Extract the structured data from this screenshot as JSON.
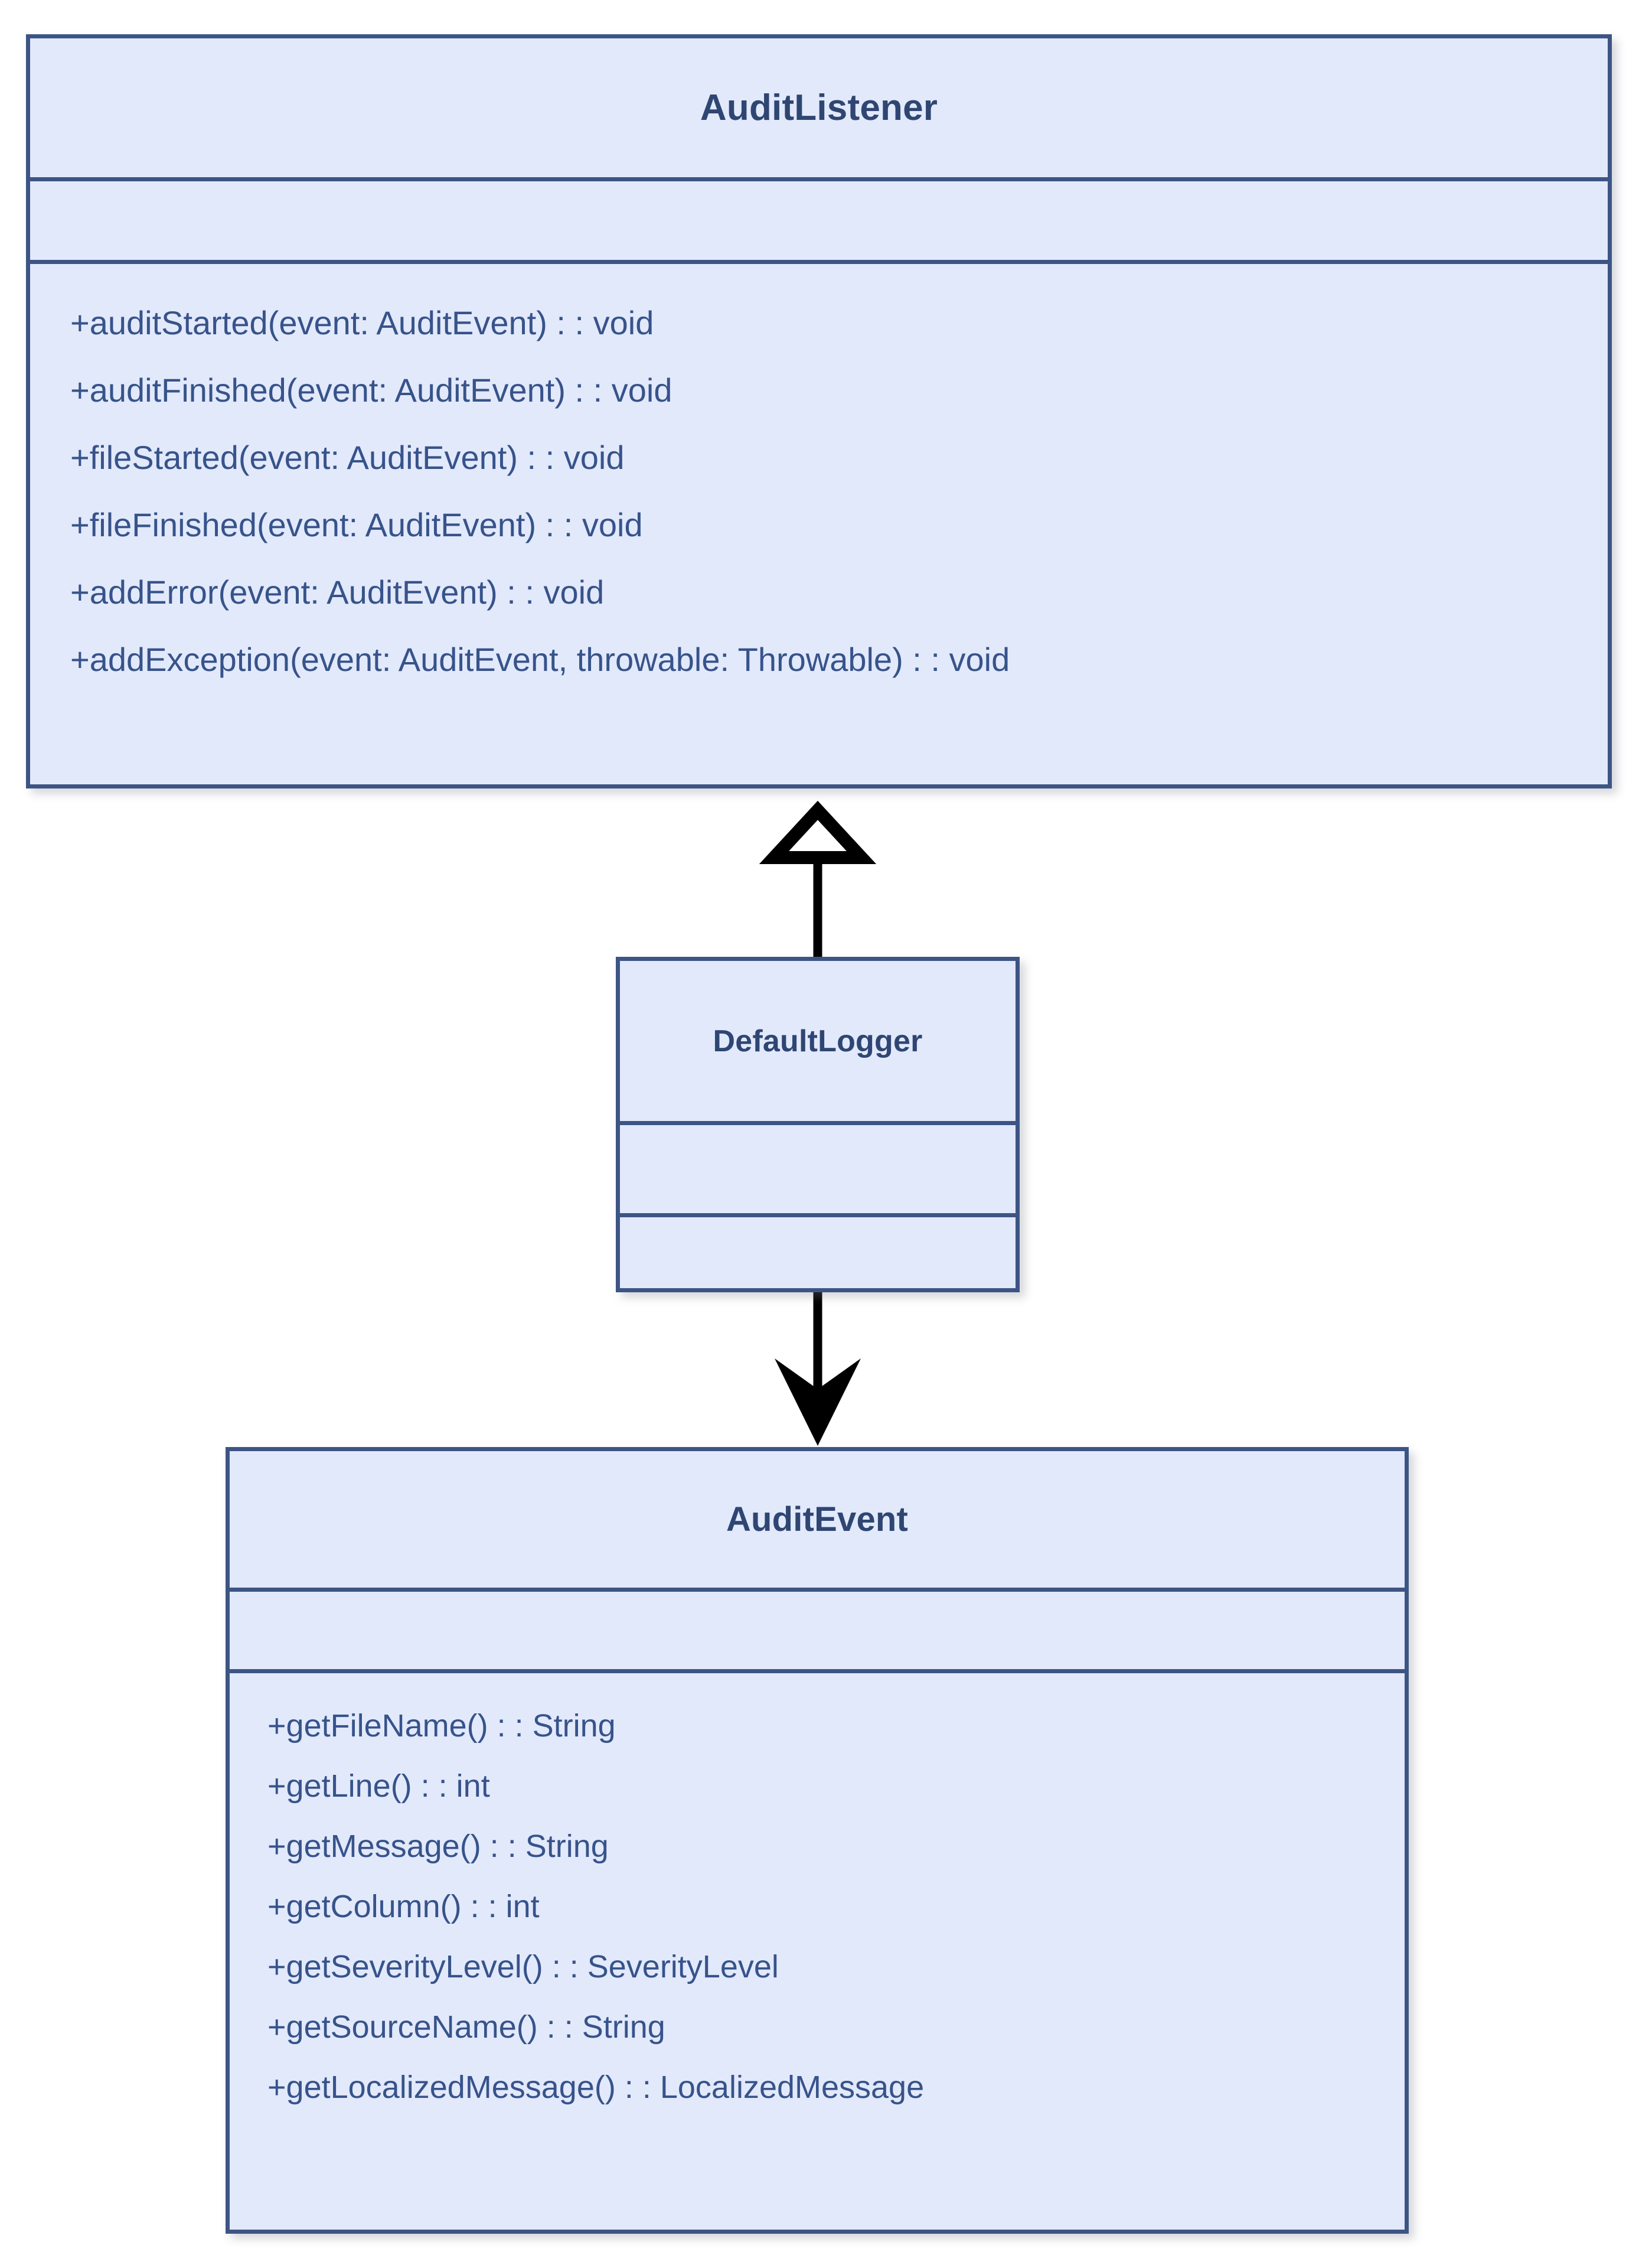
{
  "diagram": {
    "type": "uml-class-diagram",
    "background": "#ffffff",
    "palette": {
      "class_fill": "#e2e9fb",
      "class_border": "#3d5584",
      "title_text": "#2f4672",
      "member_text": "#37538a",
      "connector": "#000000"
    }
  },
  "classes": [
    {
      "id": "audit-listener",
      "name": "AuditListener",
      "attributes": [],
      "methods": [
        "+auditStarted(event: AuditEvent) : : void",
        "+auditFinished(event: AuditEvent) : : void",
        "+fileStarted(event: AuditEvent) : : void",
        "+fileFinished(event: AuditEvent) : : void",
        "+addError(event: AuditEvent) : : void",
        "+addException(event: AuditEvent, throwable: Throwable) : : void"
      ]
    },
    {
      "id": "default-logger",
      "name": "DefaultLogger",
      "attributes": [],
      "methods": []
    },
    {
      "id": "audit-event",
      "name": "AuditEvent",
      "attributes": [],
      "methods": [
        "+getFileName() : : String",
        "+getLine() : : int",
        "+getMessage() : : String",
        "+getColumn() : : int",
        "+getSeverityLevel() : : SeverityLevel",
        "+getSourceName() : : String",
        "+getLocalizedMessage() : : LocalizedMessage"
      ]
    }
  ],
  "relationships": [
    {
      "id": "generalization-default-logger-to-audit-listener",
      "from": "default-logger",
      "to": "audit-listener",
      "kind": "generalization",
      "arrowhead": "hollow-triangle",
      "direction": "up"
    },
    {
      "id": "association-default-logger-to-audit-event",
      "from": "default-logger",
      "to": "audit-event",
      "kind": "association",
      "arrowhead": "solid-arrow",
      "direction": "down"
    }
  ]
}
